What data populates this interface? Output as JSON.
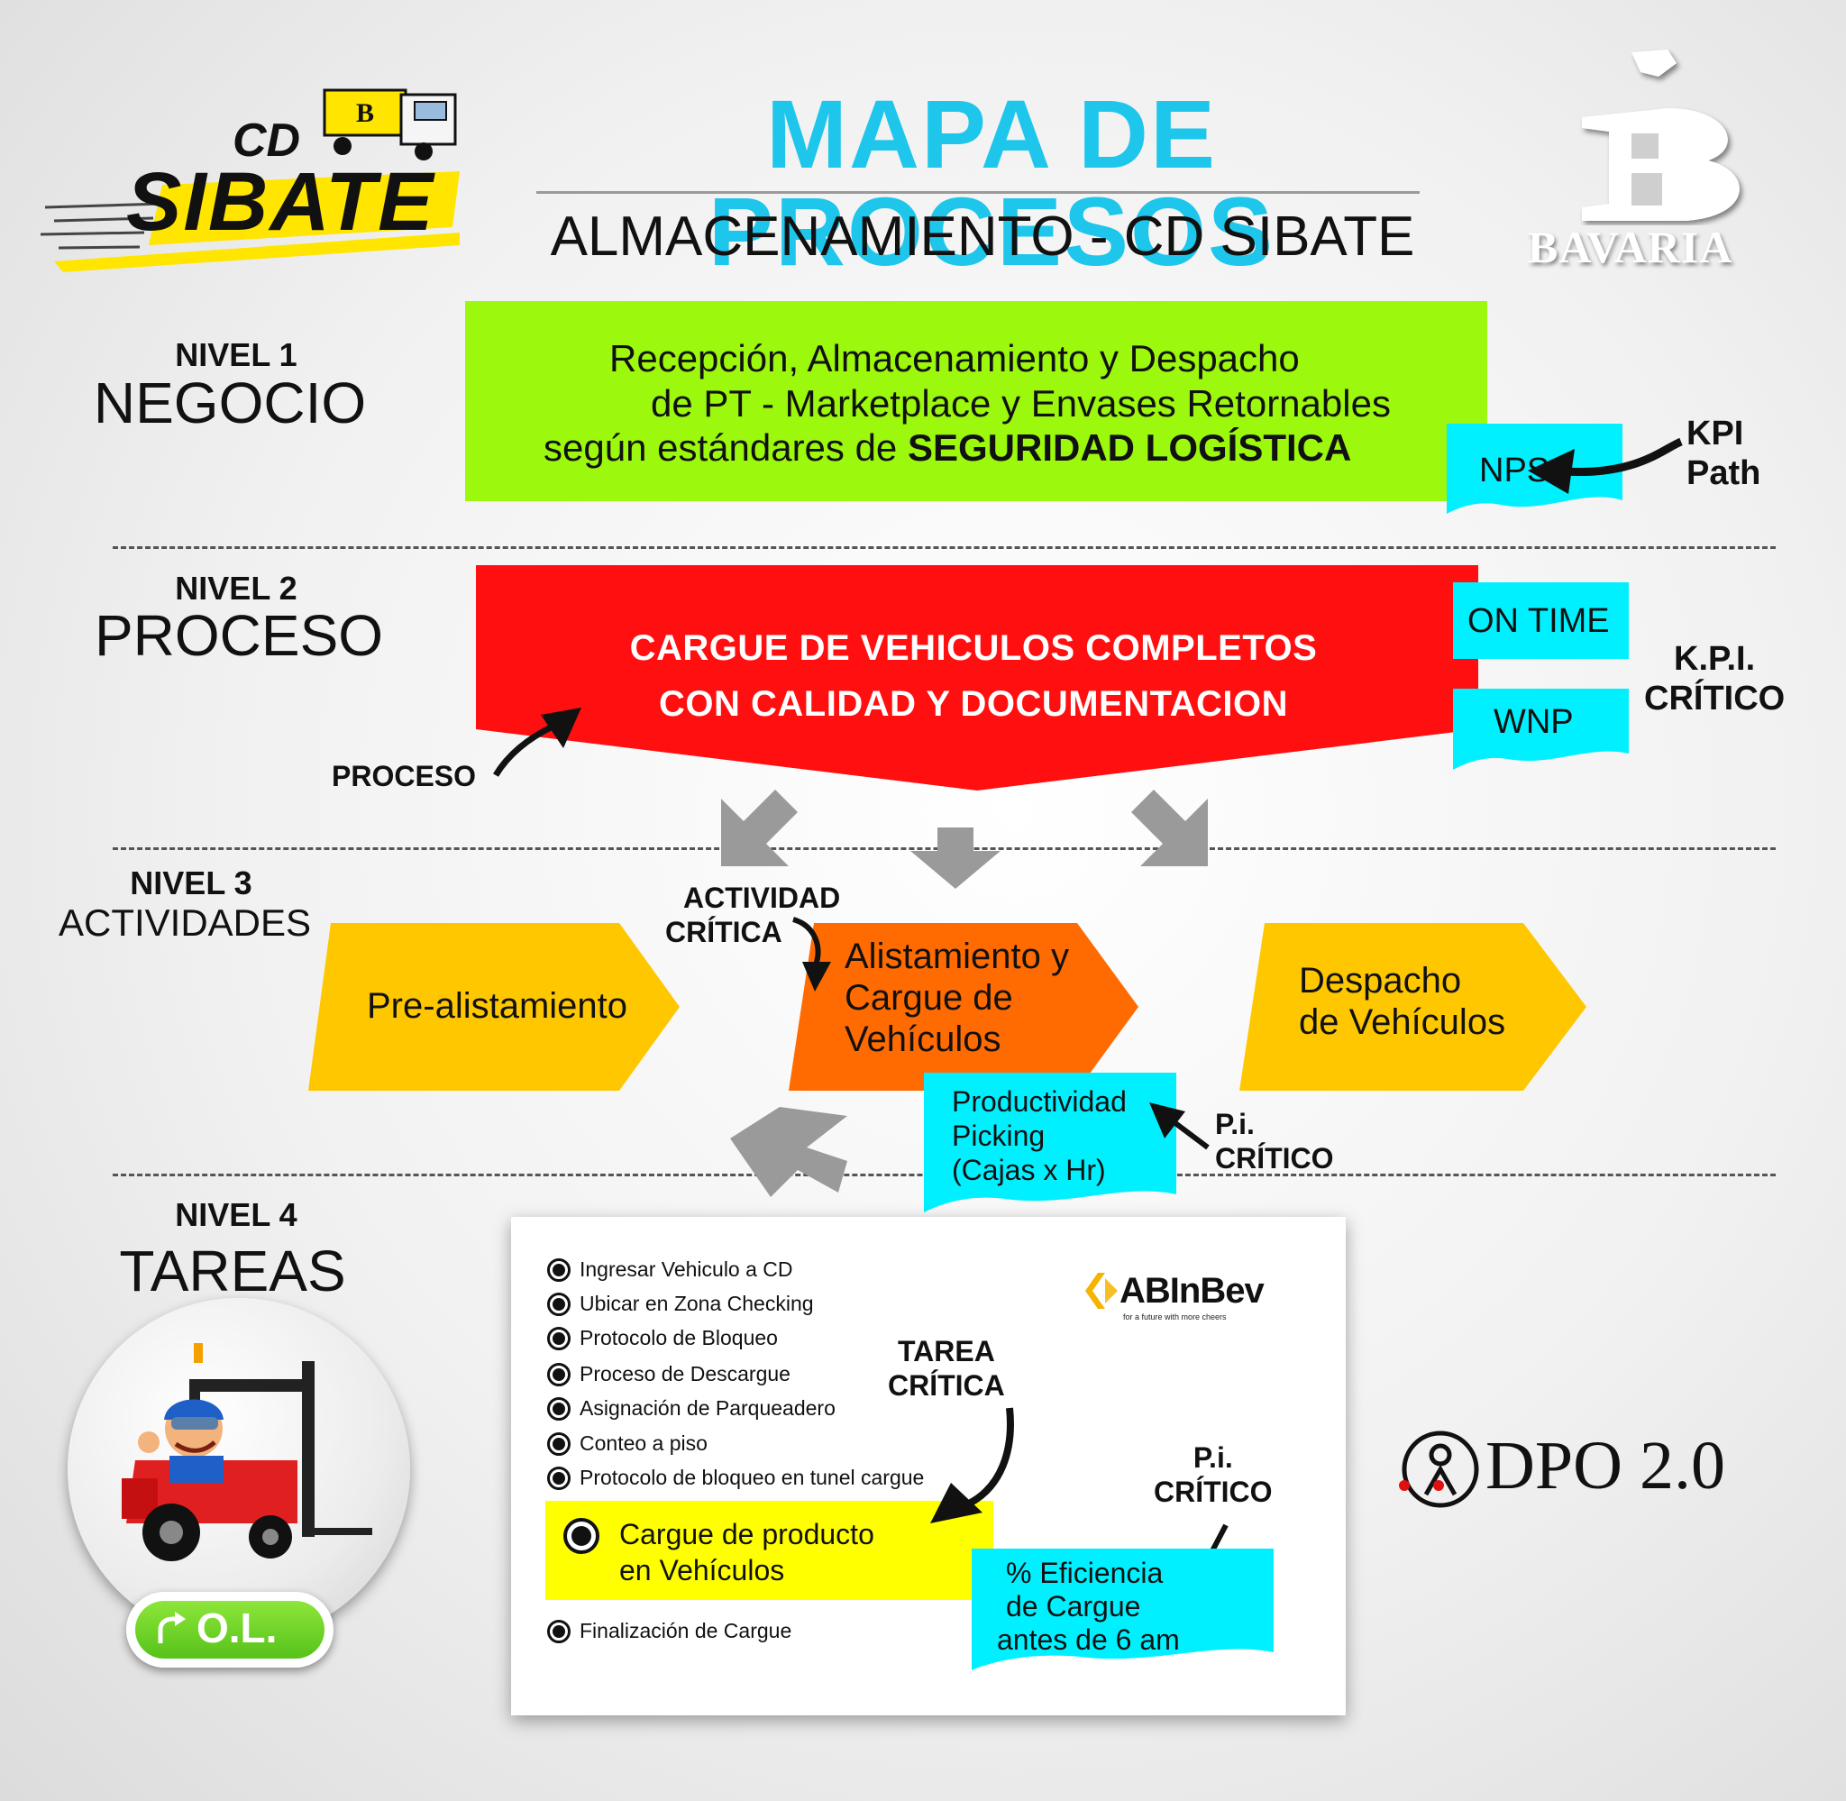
{
  "header": {
    "title": "MAPA DE PROCESOS",
    "subtitle": "ALMACENAMIENTO - CD SIBATE"
  },
  "logos": {
    "cd_sibate": {
      "cd": "CD",
      "sibate": "SIBATE"
    },
    "bavaria": "BAVARIA",
    "abinbev": {
      "name": "ABInBev",
      "tagline": "for a future with more cheers"
    },
    "dpo": "DPO 2.0"
  },
  "levels": [
    {
      "nivel": "NIVEL 1",
      "name": "NEGOCIO"
    },
    {
      "nivel": "NIVEL 2",
      "name": "PROCESO"
    },
    {
      "nivel": "NIVEL 3",
      "name": "ACTIVIDADES"
    },
    {
      "nivel": "NIVEL 4",
      "name": "TAREAS"
    }
  ],
  "nivel1": {
    "line1": "Recepción, Almacenamiento y Despacho",
    "line2": "de PT - Marketplace y Envases Retornables",
    "line3_prefix": "según estándares de ",
    "line3_bold": "SEGURIDAD LOGÍSTICA",
    "kpi_tag": "NPS",
    "kpi_label_line1": "KPI",
    "kpi_label_line2": "Path"
  },
  "nivel2": {
    "line1": "CARGUE DE VEHICULOS COMPLETOS",
    "line2": "CON CALIDAD Y DOCUMENTACION",
    "kpi_tags": [
      "ON TIME",
      "WNP"
    ],
    "kpi_label_line1": "K.P.I.",
    "kpi_label_line2": "CRÍTICO",
    "proceso_label": "PROCESO"
  },
  "nivel3": {
    "actividad_label_line1": "ACTIVIDAD",
    "actividad_label_line2": "CRÍTICA",
    "activities": [
      {
        "lines": [
          "Pre-alistamiento"
        ]
      },
      {
        "lines": [
          "Alistamiento y",
          "Cargue de",
          "Vehículos"
        ]
      },
      {
        "lines": [
          "Despacho",
          "de Vehículos"
        ]
      }
    ],
    "pi_tag_lines": [
      "Productividad",
      "Picking",
      "(Cajas x Hr)"
    ],
    "pi_label_line1": "P.i.",
    "pi_label_line2": "CRÍTICO"
  },
  "nivel4": {
    "tasks": [
      "Ingresar Vehiculo a CD",
      "Ubicar en Zona Checking",
      "Protocolo de Bloqueo",
      "Proceso de Descargue",
      "Asignación de Parqueadero",
      "Conteo a piso",
      "Protocolo de bloqueo en tunel cargue"
    ],
    "critical_task_lines": [
      "Cargue de producto",
      "en Vehículos"
    ],
    "last_task": "Finalización de Cargue",
    "tarea_label_line1": "TAREA",
    "tarea_label_line2": "CRÍTICA",
    "pi_label_line1": "P.i.",
    "pi_label_line2": "CRÍTICO",
    "pi_tag_lines": [
      "% Eficiencia",
      "de Cargue",
      "antes de 6 am"
    ],
    "ol_button": "O.L."
  }
}
